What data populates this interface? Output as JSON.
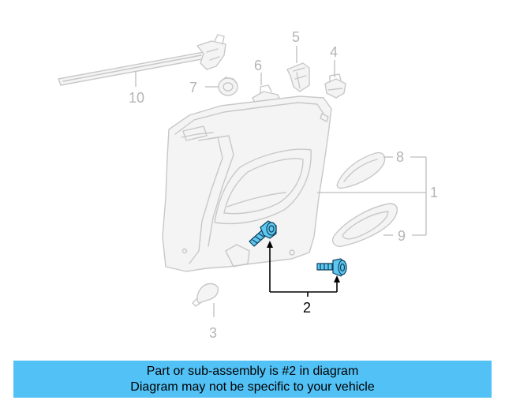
{
  "callouts": {
    "n1": "1",
    "n2": "2",
    "n3": "3",
    "n4": "4",
    "n5": "5",
    "n6": "6",
    "n7": "7",
    "n8": "8",
    "n9": "9",
    "n10": "10"
  },
  "banner": {
    "line1": "Part or sub-assembly is #2 in diagram",
    "line2": "Diagram may not be specific to your vehicle"
  },
  "colors": {
    "banner_bg": "#52c1f5",
    "highlight_part": "#5ec8f0",
    "ghost_part": "#c8c8c8"
  }
}
